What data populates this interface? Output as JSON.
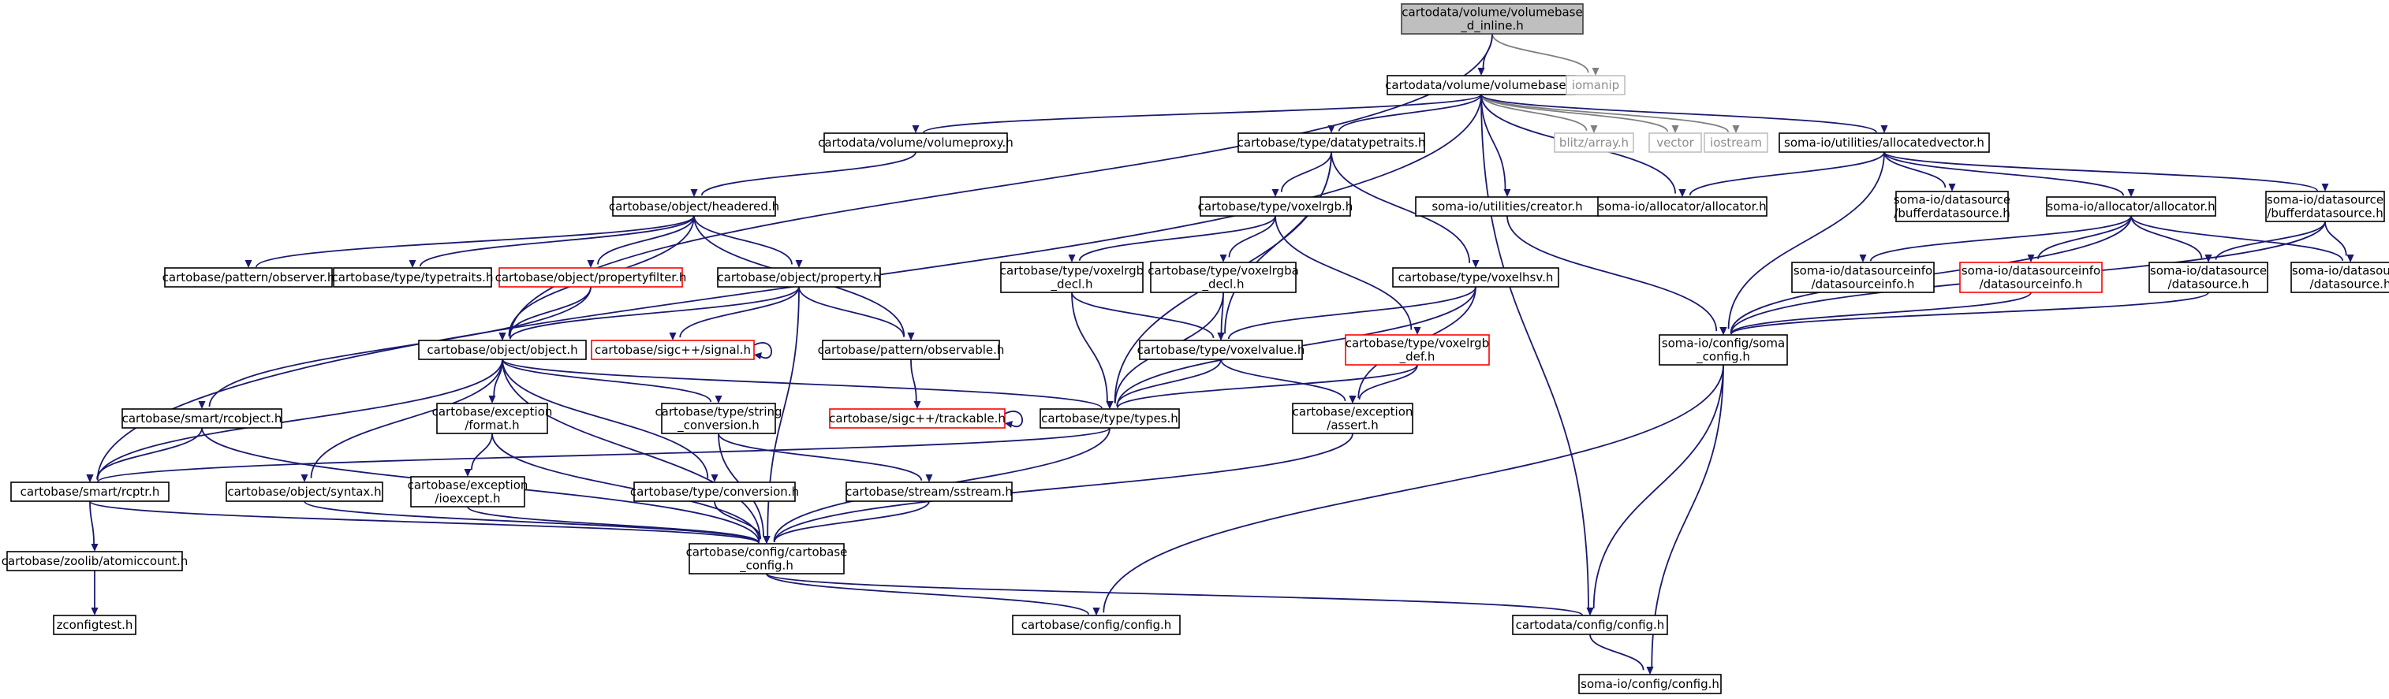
{
  "diagram": {
    "colors": {
      "edge": "#191970",
      "edge_external": "#7f7f7f",
      "root_fill": "#bfbfbf",
      "missing_border": "#ff0000",
      "external_border": "#bfbfbf"
    },
    "nodes": [
      {
        "id": "root",
        "lines": [
          "cartodata/volume/volumebase",
          "_d_inline.h"
        ],
        "style": "root"
      },
      {
        "id": "volumebase",
        "lines": [
          "cartodata/volume/volumebase.h"
        ],
        "style": "normal"
      },
      {
        "id": "iomanip",
        "lines": [
          "iomanip"
        ],
        "style": "external"
      },
      {
        "id": "volumeproxy",
        "lines": [
          "cartodata/volume/volumeproxy.h"
        ],
        "style": "normal"
      },
      {
        "id": "datatypetraits",
        "lines": [
          "cartobase/type/datatypetraits.h"
        ],
        "style": "normal"
      },
      {
        "id": "blitz",
        "lines": [
          "blitz/array.h"
        ],
        "style": "external"
      },
      {
        "id": "vector",
        "lines": [
          "vector"
        ],
        "style": "external"
      },
      {
        "id": "iostream",
        "lines": [
          "iostream"
        ],
        "style": "external"
      },
      {
        "id": "allocatedvector",
        "lines": [
          "soma-io/utilities/allocatedvector.h"
        ],
        "style": "normal"
      },
      {
        "id": "headered",
        "lines": [
          "cartobase/object/headered.h"
        ],
        "style": "normal"
      },
      {
        "id": "voxelrgb",
        "lines": [
          "cartobase/type/voxelrgb.h"
        ],
        "style": "normal"
      },
      {
        "id": "creator",
        "lines": [
          "soma-io/utilities/creator.h"
        ],
        "style": "normal"
      },
      {
        "id": "allocator_io",
        "lines": [
          "soma-io/allocator/allocator.h"
        ],
        "style": "normal"
      },
      {
        "id": "ds_buffer1",
        "lines": [
          "soma-io/datasource",
          "/bufferdatasource.h"
        ],
        "style": "normal"
      },
      {
        "id": "allocator_alloc",
        "lines": [
          "soma-io/allocator/allocator.h"
        ],
        "style": "normal"
      },
      {
        "id": "ds_buffer2",
        "lines": [
          "soma-io/datasource",
          "/bufferdatasource.h"
        ],
        "style": "normal"
      },
      {
        "id": "observer",
        "lines": [
          "cartobase/pattern/observer.h"
        ],
        "style": "normal"
      },
      {
        "id": "typetraits",
        "lines": [
          "cartobase/type/typetraits.h"
        ],
        "style": "normal"
      },
      {
        "id": "propertyfilter",
        "lines": [
          "cartobase/object/propertyfilter.h"
        ],
        "style": "missing"
      },
      {
        "id": "property",
        "lines": [
          "cartobase/object/property.h"
        ],
        "style": "normal"
      },
      {
        "id": "voxelrgb_decl",
        "lines": [
          "cartobase/type/voxelrgb",
          "_decl.h"
        ],
        "style": "normal"
      },
      {
        "id": "voxelrgba_decl",
        "lines": [
          "cartobase/type/voxelrgba",
          "_decl.h"
        ],
        "style": "normal"
      },
      {
        "id": "voxelhsv",
        "lines": [
          "cartobase/type/voxelhsv.h"
        ],
        "style": "normal"
      },
      {
        "id": "dsinfo",
        "lines": [
          "soma-io/datasourceinfo",
          "/datasourceinfo.h"
        ],
        "style": "normal"
      },
      {
        "id": "dsinfo_missing",
        "lines": [
          "soma-io/datasourceinfo",
          "/datasourceinfo.h"
        ],
        "style": "missing"
      },
      {
        "id": "ds_datasource1",
        "lines": [
          "soma-io/datasource",
          "/datasource.h"
        ],
        "style": "normal"
      },
      {
        "id": "ds_datasource2",
        "lines": [
          "soma-io/datasource",
          "/datasource.h"
        ],
        "style": "normal"
      },
      {
        "id": "object",
        "lines": [
          "cartobase/object/object.h"
        ],
        "style": "normal"
      },
      {
        "id": "signal",
        "lines": [
          "cartobase/sigc++/signal.h"
        ],
        "style": "missing"
      },
      {
        "id": "observable",
        "lines": [
          "cartobase/pattern/observable.h"
        ],
        "style": "normal"
      },
      {
        "id": "voxelvalue",
        "lines": [
          "cartobase/type/voxelvalue.h"
        ],
        "style": "normal"
      },
      {
        "id": "voxelrgb_def",
        "lines": [
          "cartobase/type/voxelrgb",
          "_def.h"
        ],
        "style": "missing"
      },
      {
        "id": "soma_config",
        "lines": [
          "soma-io/config/soma",
          "_config.h"
        ],
        "style": "normal"
      },
      {
        "id": "rcobject",
        "lines": [
          "cartobase/smart/rcobject.h"
        ],
        "style": "normal"
      },
      {
        "id": "exc_format",
        "lines": [
          "cartobase/exception",
          "/format.h"
        ],
        "style": "normal"
      },
      {
        "id": "string_conv",
        "lines": [
          "cartobase/type/string",
          "_conversion.h"
        ],
        "style": "normal"
      },
      {
        "id": "trackable",
        "lines": [
          "cartobase/sigc++/trackable.h"
        ],
        "style": "missing"
      },
      {
        "id": "types",
        "lines": [
          "cartobase/type/types.h"
        ],
        "style": "normal"
      },
      {
        "id": "assert",
        "lines": [
          "cartobase/exception",
          "/assert.h"
        ],
        "style": "normal"
      },
      {
        "id": "rcptr",
        "lines": [
          "cartobase/smart/rcptr.h"
        ],
        "style": "normal"
      },
      {
        "id": "syntax",
        "lines": [
          "cartobase/object/syntax.h"
        ],
        "style": "normal"
      },
      {
        "id": "ioexcept",
        "lines": [
          "cartobase/exception",
          "/ioexcept.h"
        ],
        "style": "normal"
      },
      {
        "id": "conversion",
        "lines": [
          "cartobase/type/conversion.h"
        ],
        "style": "normal"
      },
      {
        "id": "sstream",
        "lines": [
          "cartobase/stream/sstream.h"
        ],
        "style": "normal"
      },
      {
        "id": "cartobase_config",
        "lines": [
          "cartobase/config/cartobase",
          "_config.h"
        ],
        "style": "normal"
      },
      {
        "id": "atomiccount",
        "lines": [
          "cartobase/zoolib/atomiccount.h"
        ],
        "style": "normal"
      },
      {
        "id": "zconfigtest",
        "lines": [
          "zconfigtest.h"
        ],
        "style": "normal"
      },
      {
        "id": "cb_config",
        "lines": [
          "cartobase/config/config.h"
        ],
        "style": "normal"
      },
      {
        "id": "cd_config",
        "lines": [
          "cartodata/config/config.h"
        ],
        "style": "normal"
      },
      {
        "id": "io_config",
        "lines": [
          "soma-io/config/config.h"
        ],
        "style": "normal"
      }
    ],
    "edges": [
      [
        "root",
        "volumebase"
      ],
      [
        "root",
        "iomanip"
      ],
      [
        "root",
        "object"
      ],
      [
        "volumebase",
        "volumeproxy"
      ],
      [
        "volumebase",
        "datatypetraits"
      ],
      [
        "volumebase",
        "blitz"
      ],
      [
        "volumebase",
        "vector"
      ],
      [
        "volumebase",
        "iostream"
      ],
      [
        "volumebase",
        "allocatedvector"
      ],
      [
        "volumebase",
        "creator"
      ],
      [
        "volumebase",
        "allocator_io"
      ],
      [
        "volumebase",
        "rcptr"
      ],
      [
        "volumebase",
        "cd_config"
      ],
      [
        "volumeproxy",
        "headered"
      ],
      [
        "datatypetraits",
        "voxelrgb"
      ],
      [
        "datatypetraits",
        "voxelhsv"
      ],
      [
        "datatypetraits",
        "voxelvalue"
      ],
      [
        "datatypetraits",
        "types"
      ],
      [
        "allocatedvector",
        "allocator_io"
      ],
      [
        "allocatedvector",
        "ds_buffer1"
      ],
      [
        "allocatedvector",
        "allocator_alloc"
      ],
      [
        "allocatedvector",
        "ds_buffer2"
      ],
      [
        "allocatedvector",
        "soma_config"
      ],
      [
        "headered",
        "observer"
      ],
      [
        "headered",
        "typetraits"
      ],
      [
        "headered",
        "propertyfilter"
      ],
      [
        "headered",
        "property"
      ],
      [
        "headered",
        "object"
      ],
      [
        "headered",
        "observable"
      ],
      [
        "voxelrgb",
        "voxelrgb_decl"
      ],
      [
        "voxelrgb",
        "voxelrgba_decl"
      ],
      [
        "voxelrgb",
        "voxelrgb_def"
      ],
      [
        "creator",
        "soma_config"
      ],
      [
        "allocator_alloc",
        "dsinfo"
      ],
      [
        "allocator_alloc",
        "dsinfo_missing"
      ],
      [
        "allocator_alloc",
        "ds_datasource1"
      ],
      [
        "allocator_alloc",
        "ds_datasource2"
      ],
      [
        "allocator_alloc",
        "soma_config"
      ],
      [
        "ds_buffer2",
        "ds_datasource1"
      ],
      [
        "ds_buffer2",
        "ds_datasource2"
      ],
      [
        "ds_buffer2",
        "soma_config"
      ],
      [
        "propertyfilter",
        "object"
      ],
      [
        "propertyfilter",
        "rcobject"
      ],
      [
        "property",
        "object"
      ],
      [
        "property",
        "signal"
      ],
      [
        "property",
        "observable"
      ],
      [
        "property",
        "cartobase_config"
      ],
      [
        "voxelrgb_decl",
        "voxelvalue"
      ],
      [
        "voxelrgb_decl",
        "types"
      ],
      [
        "voxelrgba_decl",
        "voxelvalue"
      ],
      [
        "voxelrgba_decl",
        "types"
      ],
      [
        "voxelhsv",
        "voxelvalue"
      ],
      [
        "voxelhsv",
        "types"
      ],
      [
        "voxelhsv",
        "assert"
      ],
      [
        "dsinfo_missing",
        "soma_config"
      ],
      [
        "ds_datasource1",
        "soma_config"
      ],
      [
        "object",
        "exc_format"
      ],
      [
        "object",
        "string_conv"
      ],
      [
        "object",
        "types"
      ],
      [
        "object",
        "rcptr"
      ],
      [
        "object",
        "syntax"
      ],
      [
        "object",
        "conversion"
      ],
      [
        "object",
        "cartobase_config"
      ],
      [
        "signal",
        "signal"
      ],
      [
        "observable",
        "trackable"
      ],
      [
        "trackable",
        "trackable"
      ],
      [
        "voxelvalue",
        "types"
      ],
      [
        "voxelvalue",
        "assert"
      ],
      [
        "voxelrgb_def",
        "types"
      ],
      [
        "voxelrgb_def",
        "assert"
      ],
      [
        "soma_config",
        "cb_config"
      ],
      [
        "soma_config",
        "cd_config"
      ],
      [
        "soma_config",
        "io_config"
      ],
      [
        "rcobject",
        "rcptr"
      ],
      [
        "rcobject",
        "cartobase_config"
      ],
      [
        "exc_format",
        "ioexcept"
      ],
      [
        "exc_format",
        "cartobase_config"
      ],
      [
        "string_conv",
        "sstream"
      ],
      [
        "string_conv",
        "cartobase_config"
      ],
      [
        "types",
        "rcptr"
      ],
      [
        "types",
        "cartobase_config"
      ],
      [
        "assert",
        "cartobase_config"
      ],
      [
        "rcptr",
        "atomiccount"
      ],
      [
        "rcptr",
        "cartobase_config"
      ],
      [
        "syntax",
        "cartobase_config"
      ],
      [
        "ioexcept",
        "cartobase_config"
      ],
      [
        "conversion",
        "cartobase_config"
      ],
      [
        "sstream",
        "cartobase_config"
      ],
      [
        "cartobase_config",
        "cb_config"
      ],
      [
        "cartobase_config",
        "cd_config"
      ],
      [
        "atomiccount",
        "zconfigtest"
      ],
      [
        "cd_config",
        "io_config"
      ]
    ]
  }
}
